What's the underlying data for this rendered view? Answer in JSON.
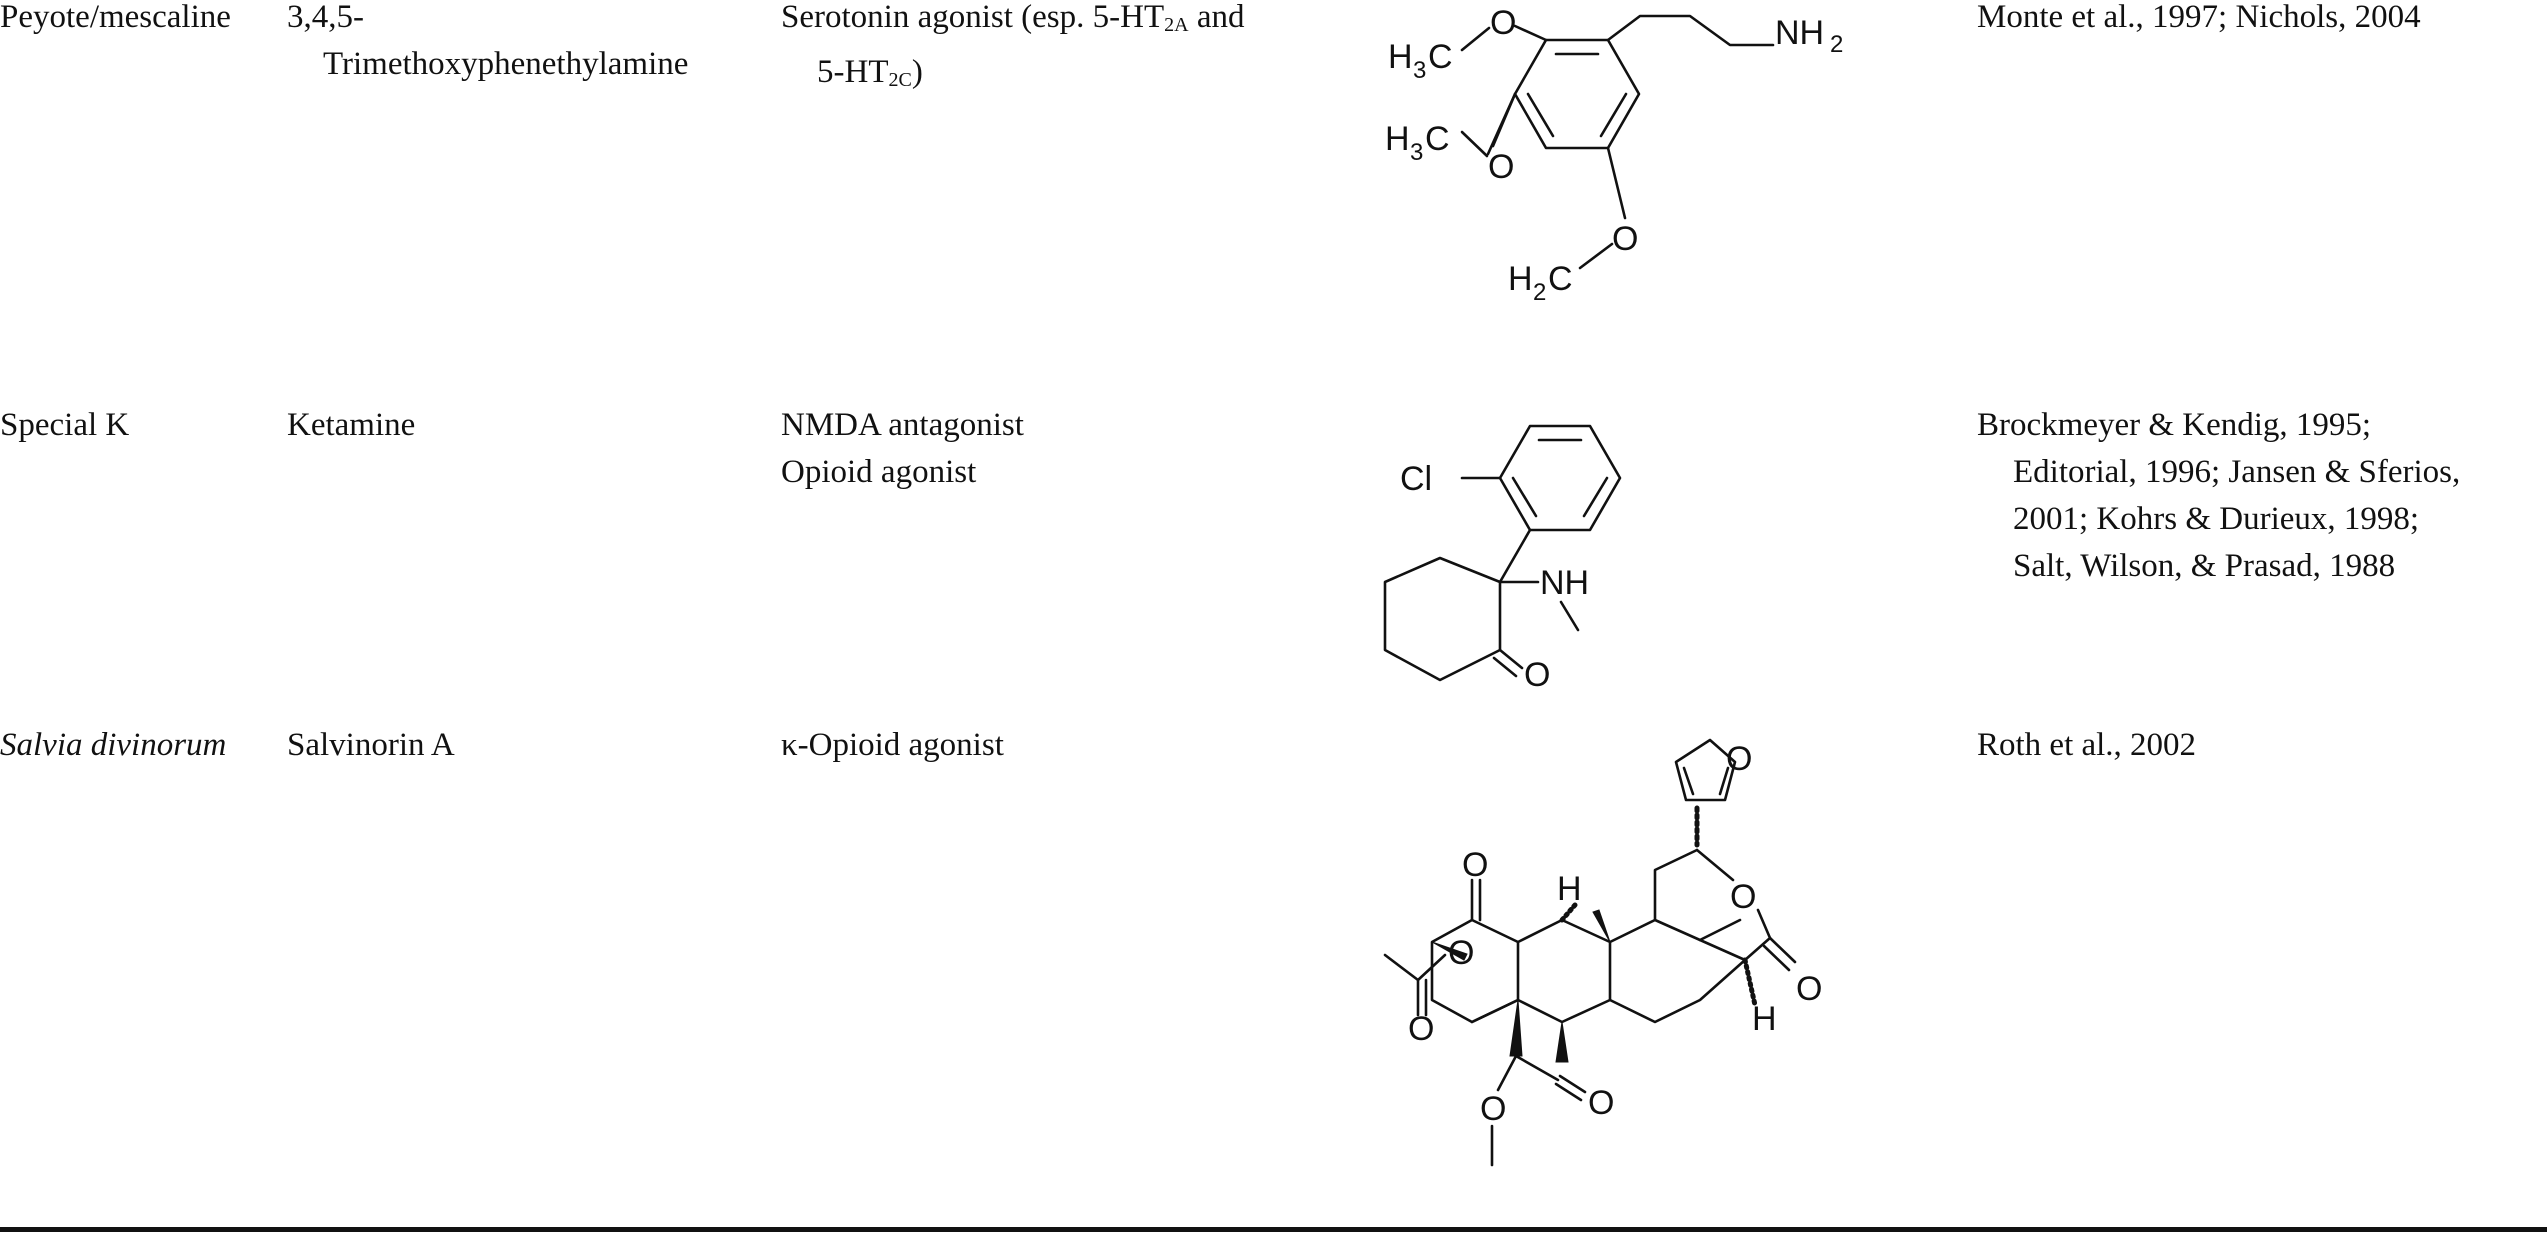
{
  "rows": [
    {
      "street_name": "Peyote/mescaline",
      "compound_line1": "3,4,5-",
      "compound_line2": "Trimethoxyphenethylamine",
      "mechanism_line1_pre": "Serotonin agonist (esp. 5-HT",
      "mechanism_line1_sub": "2A",
      "mechanism_line1_post": " and",
      "mechanism_line2_pre": "5-HT",
      "mechanism_line2_sub": "2C",
      "mechanism_line2_post": ")",
      "references": [
        "Monte et al., 1997; Nichols, 2004"
      ],
      "structure_labels": {
        "nh2_main": "NH",
        "nh2_sub": "2",
        "ome1_main": "H",
        "ome1_sub": "3",
        "ome1_end": "C",
        "ome2_main": "H",
        "ome2_sub": "3",
        "ome2_end": "C",
        "ome3_main": "H",
        "ome3_sub": "2",
        "ome3_end": "C",
        "o1": "O",
        "o2": "O",
        "o3": "O"
      }
    },
    {
      "street_name": "Special K",
      "compound_line1": "Ketamine",
      "mechanism_lines": [
        "NMDA antagonist",
        "Opioid agonist"
      ],
      "references": [
        "Brockmeyer & Kendig, 1995;",
        "Editorial, 1996; Jansen & Sferios,",
        "2001; Kohrs & Durieux, 1998;",
        "Salt, Wilson, & Prasad, 1988"
      ],
      "structure_labels": {
        "cl": "Cl",
        "nh": "NH",
        "o": "O"
      }
    },
    {
      "street_name": "Salvia divinorum",
      "compound_line1": "Salvinorin A",
      "mechanism_lines": [
        "κ-Opioid agonist"
      ],
      "references": [
        "Roth et al., 2002"
      ],
      "structure_labels": {
        "furan_o": "O",
        "lactone_o": "O",
        "lactone_co": "O",
        "ketone_o": "O",
        "acetate_o": "O",
        "acetate_co": "O",
        "ester_co": "O",
        "ester_o": "O",
        "h1": "H",
        "h2": "H"
      }
    }
  ]
}
